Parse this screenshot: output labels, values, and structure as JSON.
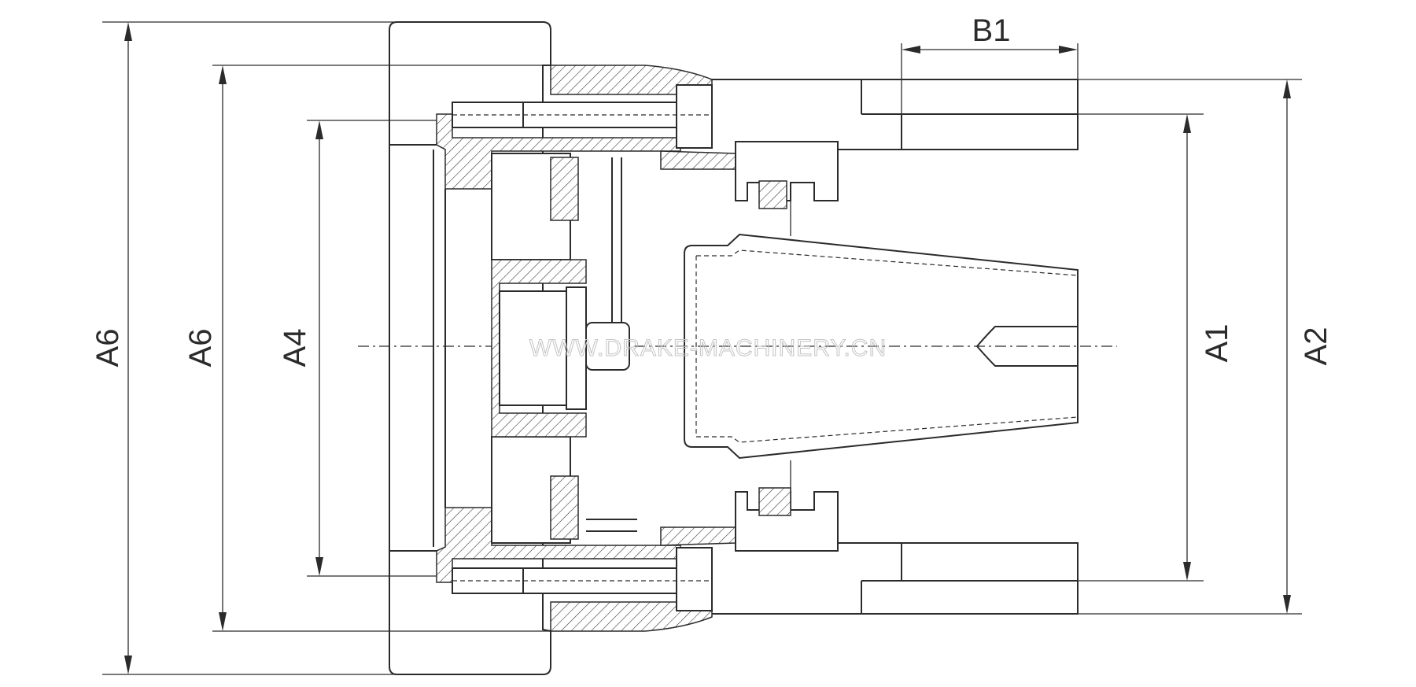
{
  "dimensions": {
    "a6_outer": "A6",
    "a6_inner": "A6",
    "a4": "A4",
    "a1": "A1",
    "a2": "A2",
    "b1": "B1"
  },
  "watermark": "WWW.DRAKE-MACHINERY.CN"
}
